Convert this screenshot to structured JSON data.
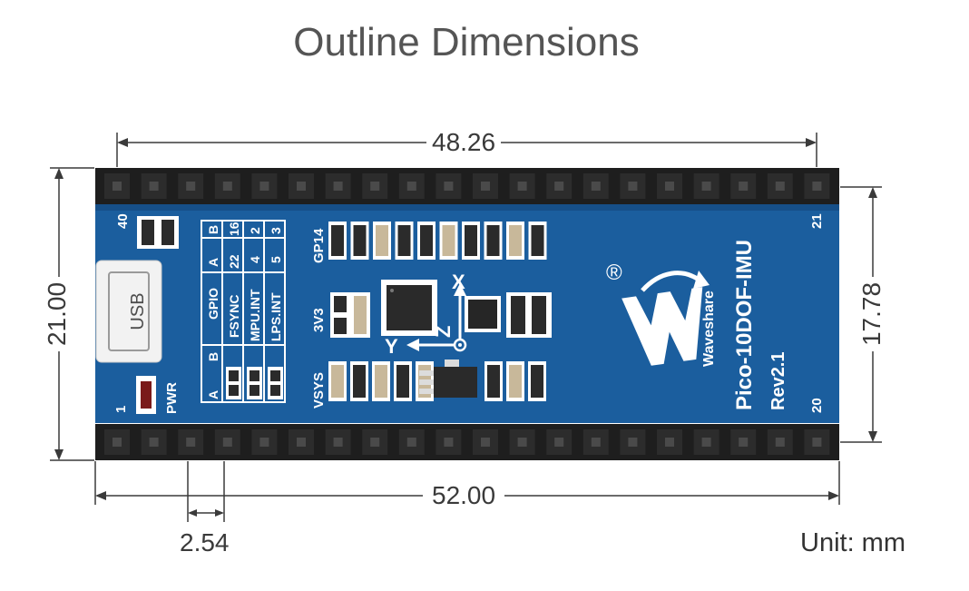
{
  "title": "Outline Dimensions",
  "unit_label": "Unit: mm",
  "dimensions": {
    "top_width": "48.26",
    "bottom_width": "52.00",
    "left_height": "21.00",
    "right_height": "17.78",
    "pin_pitch": "2.54"
  },
  "board": {
    "name": "Pico-10DOF-IMU",
    "revision": "Rev2.1",
    "brand": "Waveshare",
    "registered_mark": "®",
    "usb_label": "USB",
    "pwr_label": "PWR",
    "pin_1": "1",
    "pin_40": "40",
    "pin_21": "21",
    "pin_20": "20",
    "net_vsys": "VSYS",
    "net_3v3": "3V3",
    "net_gp14": "GP14",
    "axis_x": "X",
    "axis_y": "Y",
    "axis_z": "Z",
    "jumper_table": {
      "headers": [
        "GPIO",
        "A",
        "B"
      ],
      "rows": [
        [
          "FSYNC",
          "22",
          "16"
        ],
        [
          "MPU.INT",
          "4",
          "2"
        ],
        [
          "LPS.INT",
          "5",
          "3"
        ]
      ],
      "footer": [
        "A",
        "B"
      ]
    },
    "colors": {
      "pcb": "#1b5e9e",
      "header": "#1e1e1e",
      "silkscreen": "#ffffff"
    }
  }
}
